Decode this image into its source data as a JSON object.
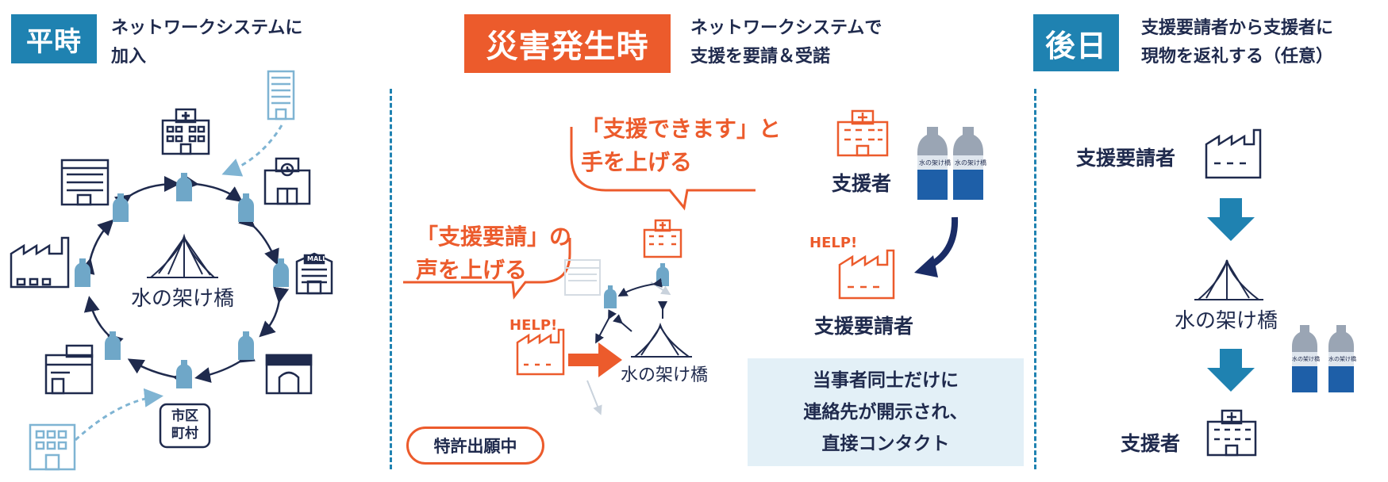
{
  "panels": {
    "normal": {
      "badge": "平時",
      "description": "ネットワークシステムに\n加入",
      "logo_text": "水の架け橋",
      "city_hall_label": "市区\n町村",
      "mall_label": "MALL"
    },
    "disaster": {
      "badge": "災害発生時",
      "description": "ネットワークシステムで\n支援を要請＆受諾",
      "bubble_offer": "「支援できます」と\n手を上げる",
      "bubble_request": "「支援要請」の\n声を上げる",
      "help_small": "HELP!",
      "logo_text": "水の架け橋",
      "supporter_label": "支援者",
      "help_right": "HELP!",
      "requester_label": "支援要請者",
      "bottle_label": "水の架け橋",
      "note": "当事者同士だけに\n連絡先が開示され、\n直接コンタクト",
      "patent": "特許出願中"
    },
    "later": {
      "badge": "後日",
      "description": "支援要請者から支援者に\n現物を返礼する（任意）",
      "requester_label": "支援要請者",
      "logo_text": "水の架け橋",
      "supporter_label": "支援者",
      "bottle_label": "水の架け橋"
    }
  },
  "colors": {
    "navy": "#1f2a4d",
    "blue": "#1f82b1",
    "light_blue": "#7fb4d3",
    "orange": "#ec5b2c",
    "bottle_blue": "#1e5fa8"
  }
}
